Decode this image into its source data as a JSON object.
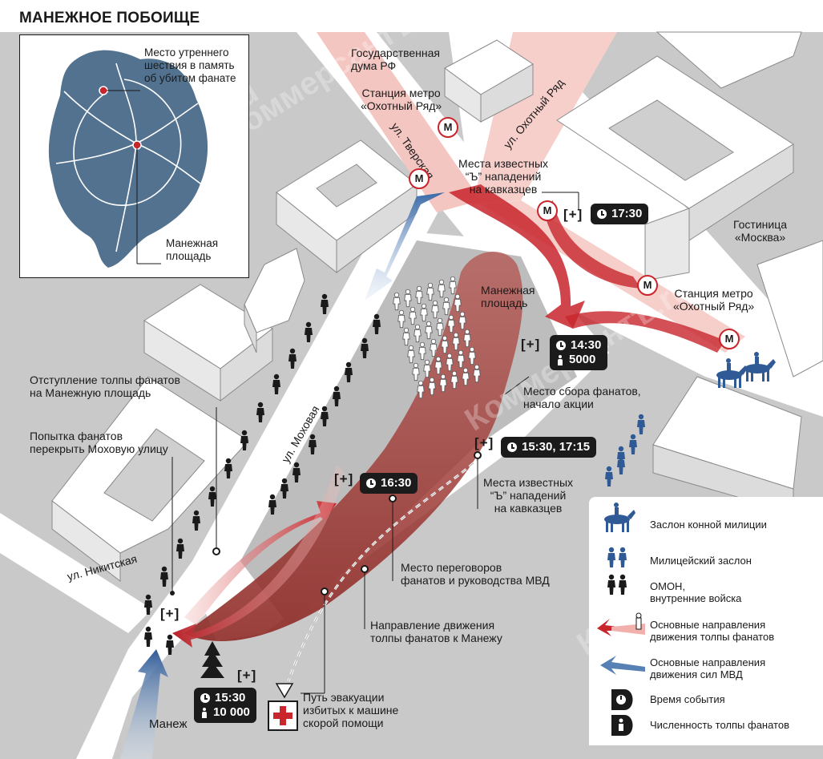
{
  "title": "МАНЕЖНОЕ ПОБОИЩЕ",
  "inset": {
    "morning_label": "Место утреннего\nшествия в память\nоб убитом фанате",
    "square_label": "Манежная\nплощадь"
  },
  "places": {
    "duma": "Государственная\nдума РФ",
    "metro_okhotny_top": "Станция метро\n«Охотный Ряд»",
    "metro_okhotny_right": "Станция метро\n«Охотный Ряд»",
    "hotel": "Гостиница\n«Москва»",
    "manezh_square": "Манежная\nплощадь",
    "manezh": "Манеж"
  },
  "streets": {
    "tverskaya": "ул. Тверская",
    "okhotny": "ул. Охотный Ряд",
    "mokhovaya": "ул. Моховая",
    "nikitskaya": "ул. Никитская"
  },
  "metro_letter": "М",
  "annotations": {
    "attacks_top": "Места известных\n“Ъ” нападений\nна кавказцев",
    "attacks_mid": "Места известных\n“Ъ” нападений\nна кавказцев",
    "gathering": "Место сбора фанатов,\nначало акции",
    "retreat": "Отступление толпы фанатов\nна Манежную площадь",
    "block_attempt": "Попытка фанатов\nперекрыть Моховую улицу",
    "negotiations": "Место переговоров\nфанатов и руководства МВД",
    "direction": "Направление движения\nтолпы фанатов к Манежу",
    "evacuation": "Путь эвакуации\nизбитых к машине\nскорой помощи"
  },
  "marker": "[+]",
  "badges": {
    "b1730": {
      "time": "17:30"
    },
    "b1430": {
      "time": "14:30",
      "count": "5000"
    },
    "b1530_1715": {
      "time": "15:30, 17:15"
    },
    "b1630": {
      "time": "16:30"
    },
    "b1530": {
      "time": "15:30",
      "count": "10 000"
    }
  },
  "legend": {
    "mounted": "Заслон конной милиции",
    "police": "Милицейский заслон",
    "omon": "ОМОН,\nвнутренние войска",
    "fans_dir": "Основные направления\nдвижения толпы фанатов",
    "mvd_dir": "Основные направления\nдвижения сил МВД",
    "time": "Время события",
    "crowd": "Численность толпы фанатов"
  },
  "watermark": "Коммерсантъ.ru",
  "colors": {
    "ground": "#c9c9c9",
    "road": "#ffffff",
    "building": "#ffffff",
    "building_shadow": "#d8d8d8",
    "fans_red": "#c8252c",
    "mvd_blue": "#3a6aa8",
    "police_blue": "#2f5a96",
    "inset_map": "#52728f",
    "badge_bg": "#1b1b1b"
  }
}
